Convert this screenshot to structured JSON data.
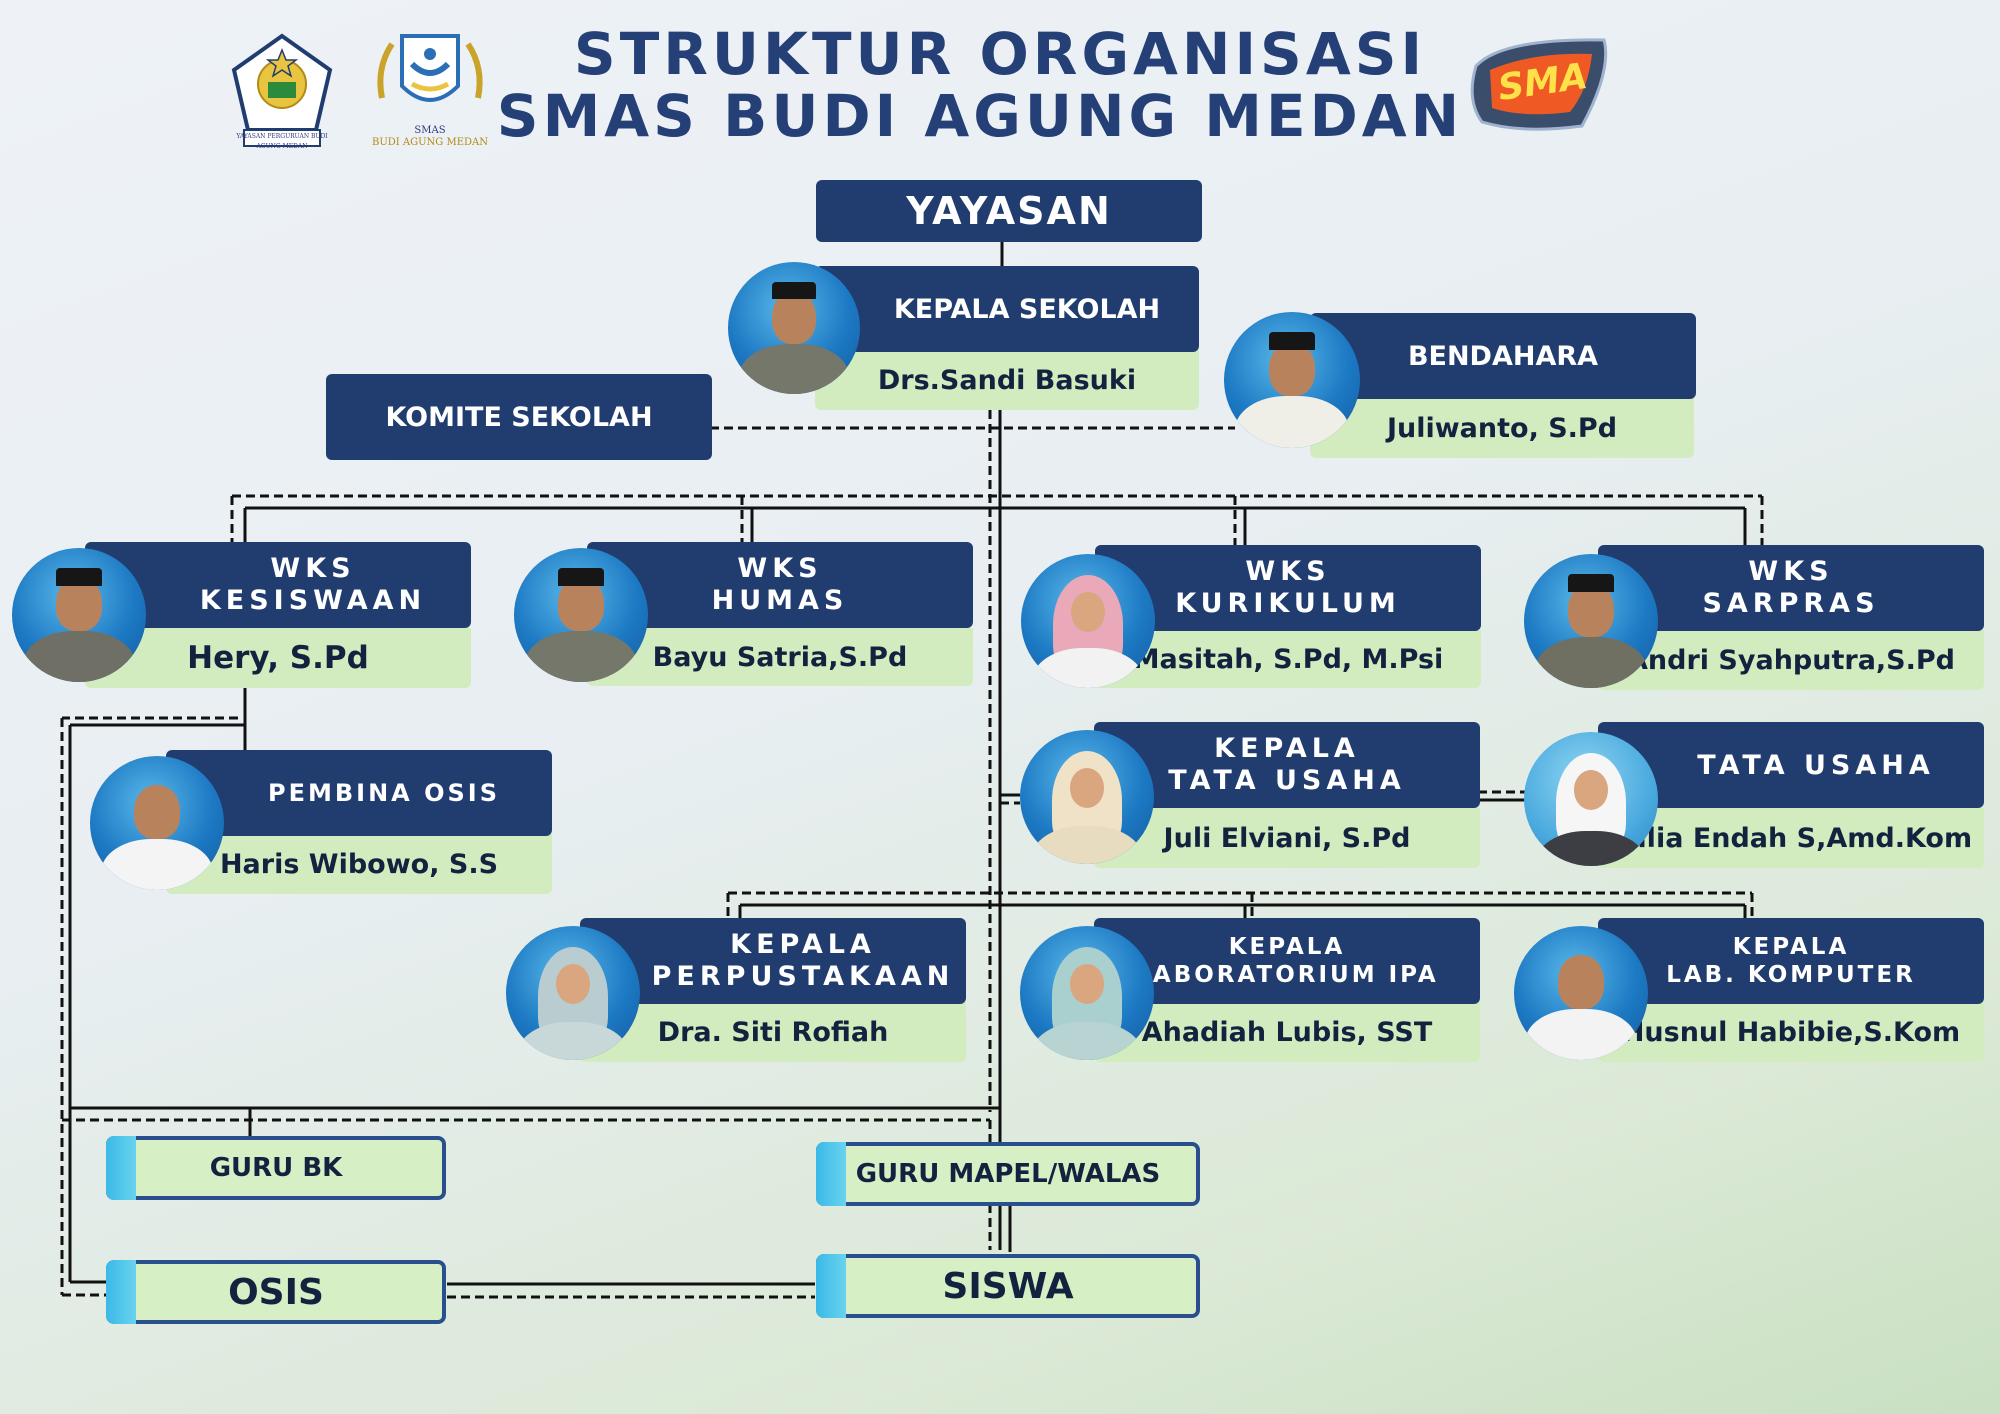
{
  "header": {
    "title_line1": "STRUKTUR ORGANISASI",
    "title_line2": "SMAS BUDI AGUNG MEDAN",
    "logos": {
      "yayasan_caption": "YAYASAN PERGURUAN BUDI AGUNG MEDAN",
      "smas_caption_1": "SMAS",
      "smas_caption_2": "BUDI AGUNG MEDAN",
      "sma_badge": "SMA"
    }
  },
  "org": {
    "yayasan": "YAYASAN",
    "kepala_sekolah": {
      "role": "KEPALA SEKOLAH",
      "name": "Drs.Sandi Basuki"
    },
    "bendahara": {
      "role": "BENDAHARA",
      "name": "Juliwanto, S.Pd"
    },
    "komite": "KOMITE SEKOLAH",
    "wks_kesiswaan": {
      "role": "WKS\nKESISWAAN",
      "name": "Hery, S.Pd"
    },
    "wks_humas": {
      "role": "WKS\nHUMAS",
      "name": "Bayu Satria,S.Pd"
    },
    "wks_kurikulum": {
      "role": "WKS\nKURIKULUM",
      "name": "Masitah, S.Pd, M.Psi"
    },
    "wks_sarpras": {
      "role": "WKS\nSARPRAS",
      "name": "Andri Syahputra,S.Pd"
    },
    "pembina_osis": {
      "role": "PEMBINA OSIS",
      "name": "Haris Wibowo, S.S"
    },
    "kepala_tata_usaha": {
      "role": "KEPALA\nTATA USAHA",
      "name": "Juli Elviani, S.Pd"
    },
    "tata_usaha": {
      "role": "TATA USAHA",
      "name": "Yulia Endah S,Amd.Kom"
    },
    "kepala_perpustakaan": {
      "role": "KEPALA\nPERPUSTAKAAN",
      "name": "Dra. Siti Rofiah"
    },
    "kepala_lab_ipa": {
      "role": "KEPALA\nLABORATORIUM IPA",
      "name": "Ahadiah Lubis, SST"
    },
    "kepala_lab_komputer": {
      "role": "KEPALA\nLAB. KOMPUTER",
      "name": "Husnul Habibie,S.Kom"
    },
    "guru_bk": "GURU BK",
    "guru_mapel": "GURU MAPEL/WALAS",
    "osis": "OSIS",
    "siswa": "SISWA"
  },
  "colors": {
    "navy": "#213d70",
    "mint": "#d2ecbf",
    "title": "#253f77",
    "photo_blue": "#1c79c3"
  }
}
